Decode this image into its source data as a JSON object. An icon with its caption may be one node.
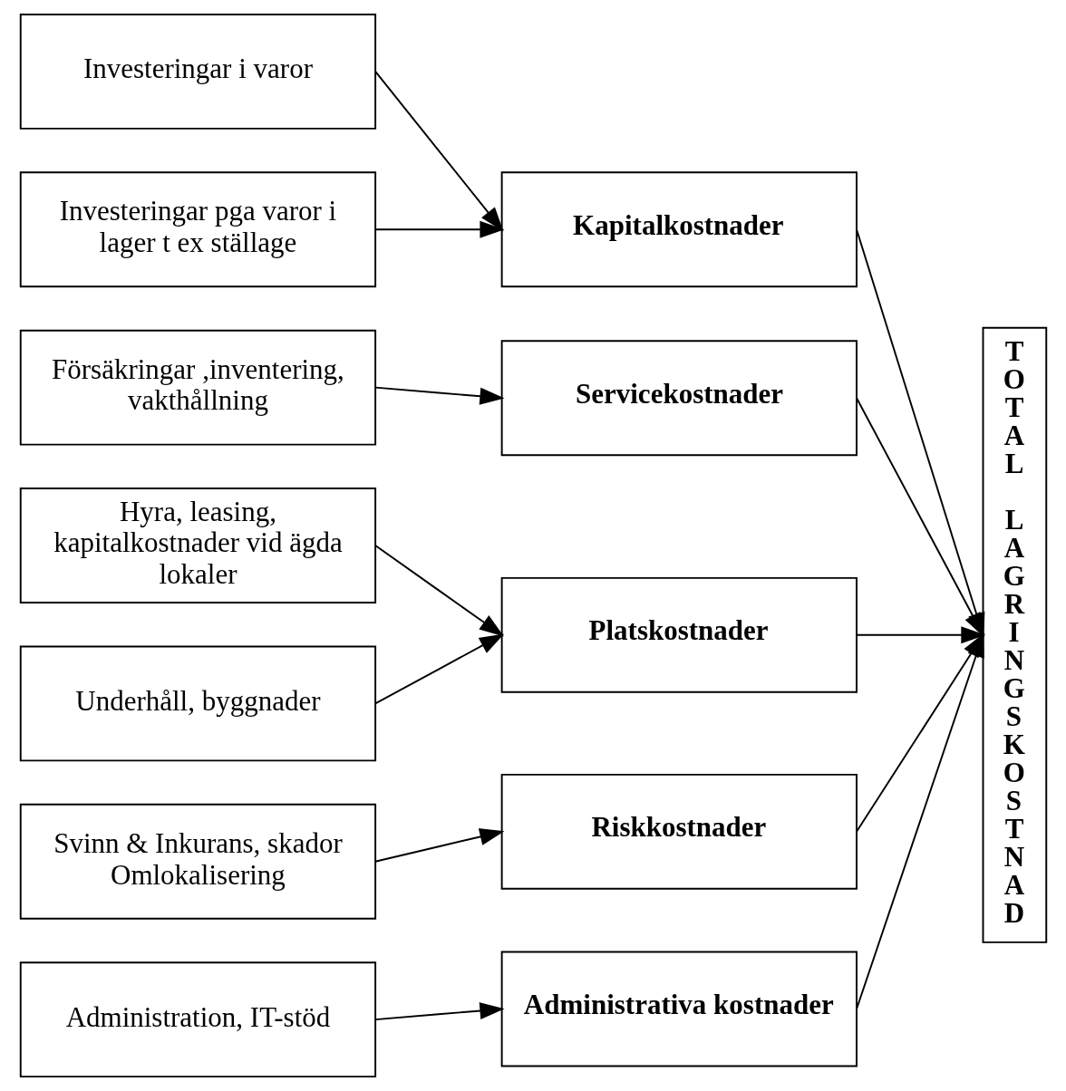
{
  "diagram": {
    "nodes": [
      {
        "text": [
          "Investeringar i varor"
        ]
      },
      {
        "text": [
          "Investeringar pga varor i lager t ex ställage"
        ]
      },
      {
        "text": [
          "Kapitalkostnader"
        ]
      },
      {
        "text": [
          "Försäkringar ,inventering, vakthållning"
        ]
      },
      {
        "text": [
          "Servicekostnader"
        ]
      },
      {
        "text": [
          "Hyra, leasing, kapitalkostnader vid ägda lokaler"
        ]
      },
      {
        "text": [
          "Platskostnader"
        ]
      },
      {
        "text": [
          "Underhåll, byggnader"
        ]
      },
      {
        "text": [
          "Riskkostnader"
        ]
      },
      {
        "text": [
          "Svinn & Inkurans, skador Omlokalisering"
        ]
      },
      {
        "text": [
          "Administration, IT-stöd"
        ]
      },
      {
        "text": [
          "Administrativa kostnader"
        ]
      },
      {
        "text": [
          "TOTAL LAGRINGSKOSTNAD"
        ]
      }
    ],
    "edges": [
      {
        "from": 0,
        "to": 2,
        "arrow": "to"
      },
      {
        "from": 1,
        "to": 2,
        "arrow": "to"
      },
      {
        "from": 2,
        "to": 12,
        "arrow": "to"
      },
      {
        "from": 3,
        "to": 4,
        "arrow": "to"
      },
      {
        "from": 4,
        "to": 12,
        "arrow": "to"
      },
      {
        "from": 5,
        "to": 6,
        "arrow": "to"
      },
      {
        "from": 7,
        "to": 6,
        "arrow": "to"
      },
      {
        "from": 6,
        "to": 12,
        "arrow": "to"
      },
      {
        "from": 9,
        "to": 8,
        "arrow": "to"
      },
      {
        "from": 8,
        "to": 12,
        "arrow": "to"
      },
      {
        "from": 10,
        "to": 11,
        "arrow": "to"
      },
      {
        "from": 11,
        "to": 12,
        "arrow": "to"
      }
    ]
  }
}
